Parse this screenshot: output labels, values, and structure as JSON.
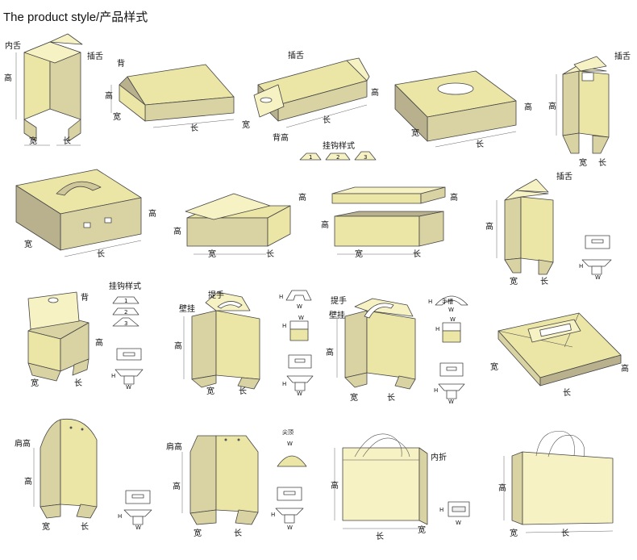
{
  "title": "The product style/产品样式",
  "labels": {
    "gao": "高",
    "kuan": "宽",
    "chang": "长",
    "neishe": "内舌",
    "chashe": "插舌",
    "bei": "背",
    "beigao": "背高",
    "guagoushi": "挂钩样式",
    "tishou": "提手",
    "bigua": "壁挂",
    "jiangao": "肩高",
    "jianding": "尖顶",
    "neizhe": "内折",
    "shoucao": "手槽",
    "H": "H",
    "W": "W",
    "n1": "1",
    "n2": "2",
    "n3": "3"
  }
}
